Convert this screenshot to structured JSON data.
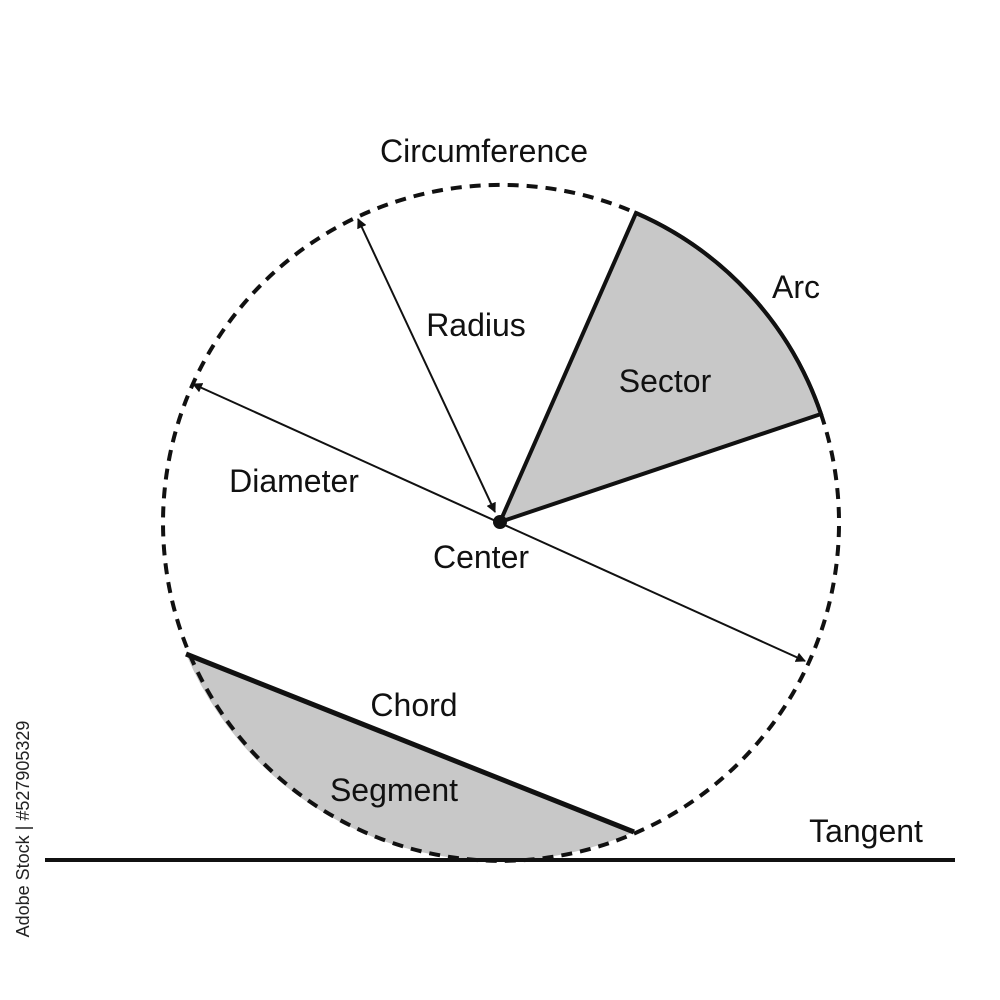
{
  "labels": {
    "circumference": "Circumference",
    "arc": "Arc",
    "radius": "Radius",
    "sector": "Sector",
    "diameter": "Diameter",
    "center": "Center",
    "chord": "Chord",
    "segment": "Segment",
    "tangent": "Tangent"
  },
  "stock_id": "Adobe Stock | #527905329",
  "colors": {
    "stroke": "#111111",
    "fill": "#c8c8c8",
    "background": "#ffffff"
  }
}
